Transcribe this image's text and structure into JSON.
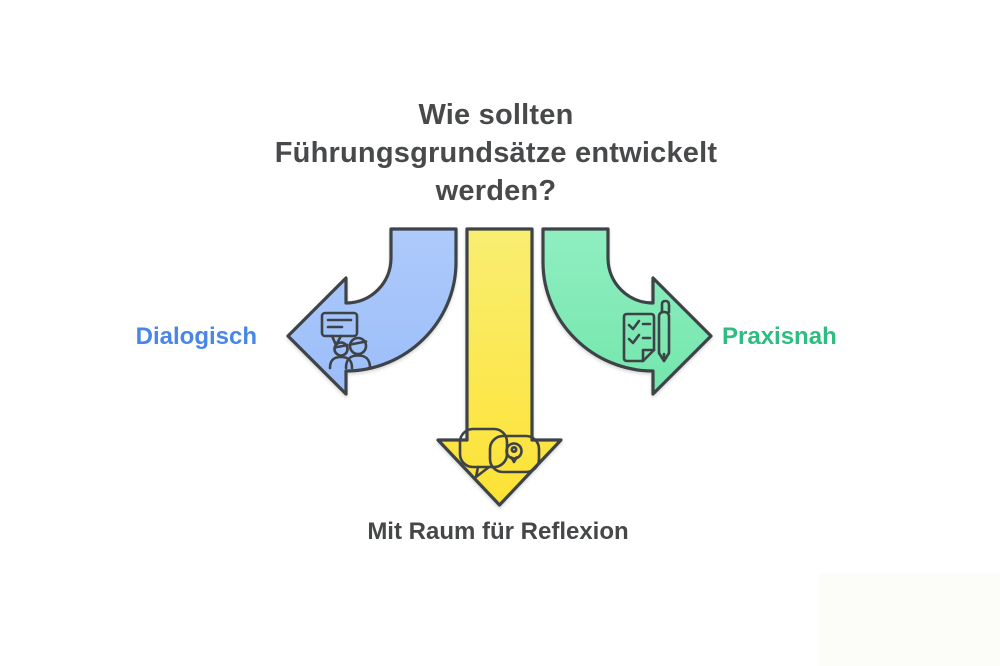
{
  "title": "Wie sollten\nFührungsgrundsätze entwickelt\nwerden?",
  "title_color": "#47494b",
  "background": "#ffffff",
  "outline_color": "#3e4347",
  "corner_accent_color": "#fcfcf8",
  "branches": {
    "left": {
      "label": "Dialogisch",
      "label_color": "#4a86e8",
      "arrow_fill_top": "#aecafb",
      "arrow_fill_bottom": "#9bbdf9",
      "icon": "discussion-people-icon",
      "direction": "left"
    },
    "down": {
      "label": "Mit Raum für Reflexion",
      "label_color": "#454749",
      "arrow_fill_top": "#f9ee72",
      "arrow_fill_bottom": "#fde234",
      "icon": "conversation-idea-icon",
      "direction": "down"
    },
    "right": {
      "label": "Praxisnah",
      "label_color": "#2ebd80",
      "arrow_fill_top": "#8feec1",
      "arrow_fill_bottom": "#74e6ac",
      "icon": "checklist-pen-icon",
      "direction": "right"
    }
  }
}
